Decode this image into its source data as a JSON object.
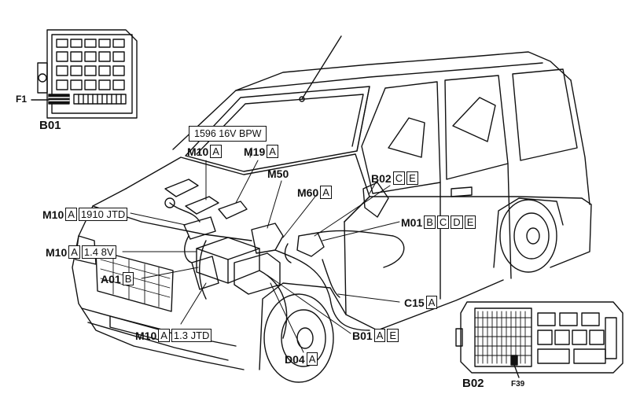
{
  "labels": {
    "b01_panel": "B01",
    "f1_fuse": "F1",
    "b02_panel": "B02",
    "f39_fuse": "F39",
    "engine_header": "1596 16V BPW",
    "m10_top": {
      "code": "M10",
      "boxes": [
        "A"
      ]
    },
    "m19": {
      "code": "M19",
      "boxes": [
        "A"
      ]
    },
    "m50": {
      "code": "M50",
      "boxes": []
    },
    "m60": {
      "code": "M60",
      "boxes": [
        "A"
      ]
    },
    "b02_car": {
      "code": "B02",
      "boxes": [
        "C",
        "E"
      ]
    },
    "m10_jtd1910": {
      "code": "M10",
      "boxes": [
        "A",
        "1910 JTD"
      ]
    },
    "m01": {
      "code": "M01",
      "boxes": [
        "B",
        "C",
        "D",
        "E"
      ]
    },
    "m10_14": {
      "code": "M10",
      "boxes": [
        "A",
        "1.4 8V"
      ]
    },
    "a01": {
      "code": "A01",
      "boxes": [
        "B"
      ]
    },
    "c15": {
      "code": "C15",
      "boxes": [
        "A"
      ]
    },
    "m10_13jtd": {
      "code": "M10",
      "boxes": [
        "A",
        "1.3 JTD"
      ]
    },
    "b01_car": {
      "code": "B01",
      "boxes": [
        "A",
        "E"
      ]
    },
    "d04": {
      "code": "D04",
      "boxes": [
        "A"
      ]
    }
  }
}
